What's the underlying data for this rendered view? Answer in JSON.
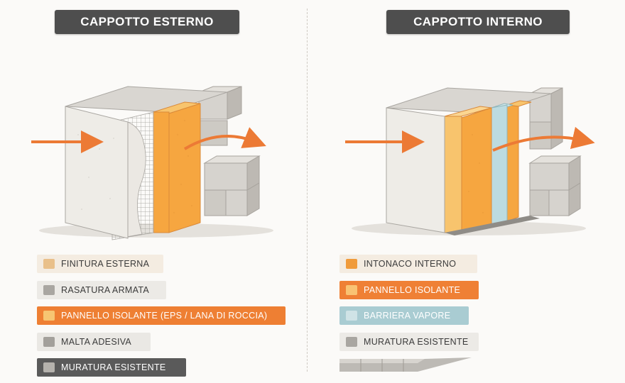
{
  "left_panel": {
    "title": "CAPPOTTO ESTERNO",
    "legend": [
      {
        "label": "FINITURA ESTERNA",
        "swatch": "#e9c08a",
        "bg": "#f4ece1",
        "fg": "#3b3b3b"
      },
      {
        "label": "RASATURA ARMATA",
        "swatch": "#a9a6a1",
        "bg": "#eceae6",
        "fg": "#3b3b3b"
      },
      {
        "label": "PANNELLO ISOLANTE (EPS / LANA DI ROCCIA)",
        "swatch": "#f7c572",
        "bg": "#ee7f33",
        "fg": "#ffffff"
      },
      {
        "label": "MALTA ADESIVA",
        "swatch": "#a3a09b",
        "bg": "#eae8e4",
        "fg": "#3b3b3b"
      },
      {
        "label": "MURATURA ESISTENTE",
        "swatch": "#b5b2ad",
        "bg": "#5a5a5a",
        "fg": "#ffffff"
      }
    ]
  },
  "right_panel": {
    "title": "CAPPOTTO INTERNO",
    "legend": [
      {
        "label": "INTONACO INTERNO",
        "swatch": "#f09b3b",
        "bg": "#f4ece1",
        "fg": "#3b3b3b"
      },
      {
        "label": "PANNELLO ISOLANTE",
        "swatch": "#f9c373",
        "bg": "#ef8035",
        "fg": "#ffffff"
      },
      {
        "label": "BARRIERA VAPORE",
        "swatch": "#cfe3e6",
        "bg": "#a9ccd2",
        "fg": "#ffffff"
      },
      {
        "label": "MURATURA ESISTENTE",
        "swatch": "#a9a6a1",
        "bg": "#eceae6",
        "fg": "#3b3b3b"
      }
    ]
  },
  "colors": {
    "arrow": "#ec7a35",
    "insulation": "#f6a640",
    "insulation_light": "#f8c46d",
    "vapor_barrier": "#bcdbe0",
    "masonry": "#cfccc7",
    "plaster": "#eeece7"
  }
}
